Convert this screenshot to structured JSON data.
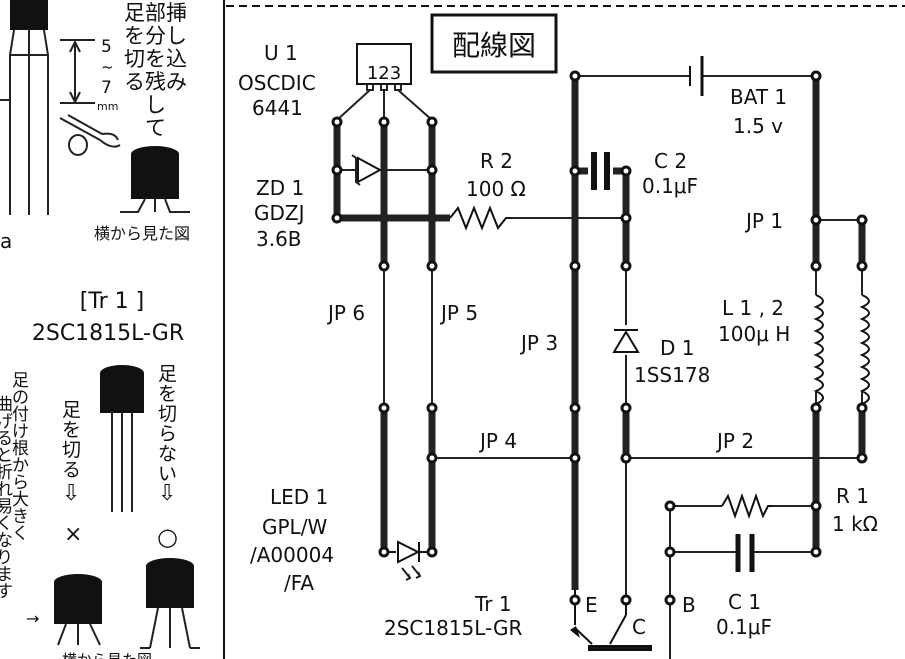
{
  "title": "配線図",
  "u1": {
    "ref": "U 1",
    "part": "OSCDIC",
    "num": "6441",
    "pins": "123"
  },
  "zd1": {
    "ref": "ZD 1",
    "part": "GDZJ",
    "value": "3.6B"
  },
  "r2": {
    "ref": "R 2",
    "value": "100 Ω"
  },
  "c2": {
    "ref": "C 2",
    "value": "0.1μF"
  },
  "bat1": {
    "ref": "BAT 1",
    "value": "1.5 v"
  },
  "jp1": "JP 1",
  "jp2": "JP 2",
  "jp3": "JP 3",
  "jp4": "JP 4",
  "jp5": "JP 5",
  "jp6": "JP 6",
  "l12": {
    "ref": "L 1 , 2",
    "value": "100μ H"
  },
  "d1": {
    "ref": "D 1",
    "part": "1SS178"
  },
  "led1": {
    "ref": "LED 1",
    "part1": "GPL/W",
    "part2": "/A00004",
    "part3": "/FA"
  },
  "tr1": {
    "ref": "Tr 1",
    "part": "2SC1815L-GR",
    "e": "E",
    "c": "C",
    "b": "B"
  },
  "r1": {
    "ref": "R 1",
    "value": "1 kΩ"
  },
  "c1": {
    "ref": "C 1",
    "value": "0.1μF"
  },
  "left": {
    "top_vert": [
      "足部挿",
      "を分し",
      "切を込",
      "る残み",
      "　し　",
      "　て　"
    ],
    "dim_5": "5",
    "dim_tilde": "~",
    "dim_7": "7",
    "dim_mm": "mm",
    "side_view_caption": "横から見た図",
    "letter_a": "a",
    "tr_heading": "[Tr 1 ]",
    "tr_part": "2SC1815L-GR",
    "col_far": [
      "足",
      "の",
      "付",
      "け",
      "根",
      "か",
      "ら",
      "大",
      "き",
      "く"
    ],
    "col_far2": [
      "曲",
      "げ",
      "る",
      "と",
      "折",
      "れ",
      "易",
      "く",
      "な",
      "り",
      "ま",
      "す"
    ],
    "col_cut": [
      "足",
      "を",
      "切",
      "る"
    ],
    "col_nocut": [
      "足",
      "を",
      "切",
      "ら",
      "な",
      "い"
    ],
    "arrow_down": "⇩",
    "mark_x": "×",
    "mark_o": "○",
    "arrow_right": "→",
    "bottom_caption": "横から見た図"
  }
}
